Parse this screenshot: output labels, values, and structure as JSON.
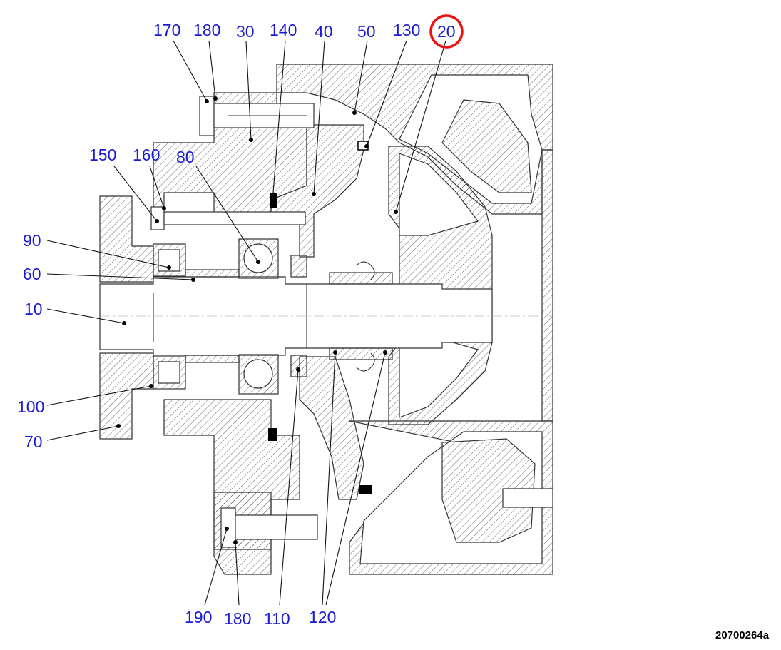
{
  "drawing": {
    "drawing_number": "20700264a",
    "label_color": "#1a1ad4",
    "highlight_color": "#e11",
    "highlighted_callout": "20"
  },
  "callouts": {
    "c170": "170",
    "c180_top": "180",
    "c30": "30",
    "c140": "140",
    "c40": "40",
    "c50": "50",
    "c130": "130",
    "c20": "20",
    "c150": "150",
    "c160": "160",
    "c80": "80",
    "c90": "90",
    "c60": "60",
    "c10": "10",
    "c100": "100",
    "c70": "70",
    "c190": "190",
    "c180_bottom": "180",
    "c110": "110",
    "c120": "120"
  }
}
